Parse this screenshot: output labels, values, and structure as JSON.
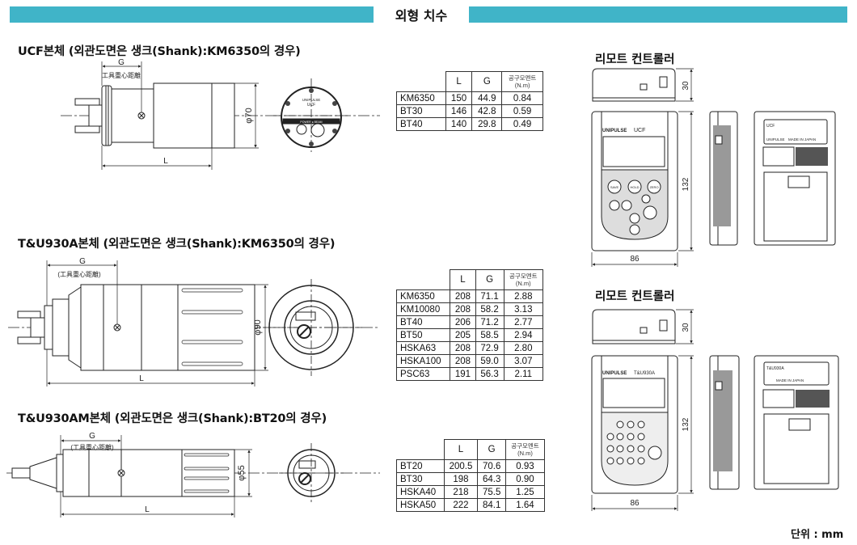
{
  "header": {
    "title": "외형 치수",
    "accent": "#40b4c8"
  },
  "sections": [
    {
      "title": "UCF본체 (외관도면은 생크(Shank):KM6350의 경우)",
      "labels": {
        "g": "G",
        "cg": "工具重心距離",
        "l": "L",
        "dia": "φ70",
        "face1": "UNIPULSE",
        "face2": "UCF",
        "face3": "POWER ● BEAM"
      },
      "table": {
        "headers": [
          "L",
          "G",
          "공구모멘트",
          "(N.m)"
        ],
        "rows": [
          [
            "KM6350",
            "150",
            "44.9",
            "0.84"
          ],
          [
            "BT30",
            "146",
            "42.8",
            "0.59"
          ],
          [
            "BT40",
            "140",
            "29.8",
            "0.49"
          ]
        ]
      }
    },
    {
      "title": "T&U930A본체 (외관도면은 생크(Shank):KM6350의 경우)",
      "labels": {
        "g": "G",
        "cg": "(工具重心距離)",
        "l": "L",
        "dia": "φ90"
      },
      "table": {
        "headers": [
          "L",
          "G",
          "공구모멘트",
          "(N.m)"
        ],
        "rows": [
          [
            "KM6350",
            "208",
            "71.1",
            "2.88"
          ],
          [
            "KM10080",
            "208",
            "58.2",
            "3.13"
          ],
          [
            "BT40",
            "206",
            "71.2",
            "2.77"
          ],
          [
            "BT50",
            "205",
            "58.5",
            "2.94"
          ],
          [
            "HSKA63",
            "208",
            "72.9",
            "2.80"
          ],
          [
            "HSKA100",
            "208",
            "59.0",
            "3.07"
          ],
          [
            "PSC63",
            "191",
            "56.3",
            "2.11"
          ]
        ]
      }
    },
    {
      "title": "T&U930AM본체 (외관도면은 생크(Shank):BT20의 경우)",
      "labels": {
        "g": "G",
        "cg": "(工具重心距離)",
        "l": "L",
        "dia": "φ55"
      },
      "table": {
        "headers": [
          "L",
          "G",
          "공구모멘트",
          "(N.m)"
        ],
        "rows": [
          [
            "BT20",
            "200.5",
            "70.6",
            "0.93"
          ],
          [
            "BT30",
            "198",
            "64.3",
            "0.90"
          ],
          [
            "HSKA40",
            "218",
            "75.5",
            "1.25"
          ],
          [
            "HSKA50",
            "222",
            "84.1",
            "1.64"
          ]
        ]
      }
    }
  ],
  "remotes": [
    {
      "title": "리모트 컨트롤러",
      "height": "30",
      "length": "132",
      "width": "86",
      "brand": "UNIPULSE",
      "model": "UCF",
      "buttons": [
        "SAVE",
        "HOLD",
        "ZERO"
      ],
      "made": "MADE IN JAPAN"
    },
    {
      "title": "리모트 컨트롤러",
      "height": "30",
      "length": "132",
      "width": "86",
      "brand": "UNIPULSE",
      "model": "T&U930A",
      "made": "MADE IN JAPAN"
    }
  ],
  "footer": {
    "unit": "단위 : mm"
  }
}
